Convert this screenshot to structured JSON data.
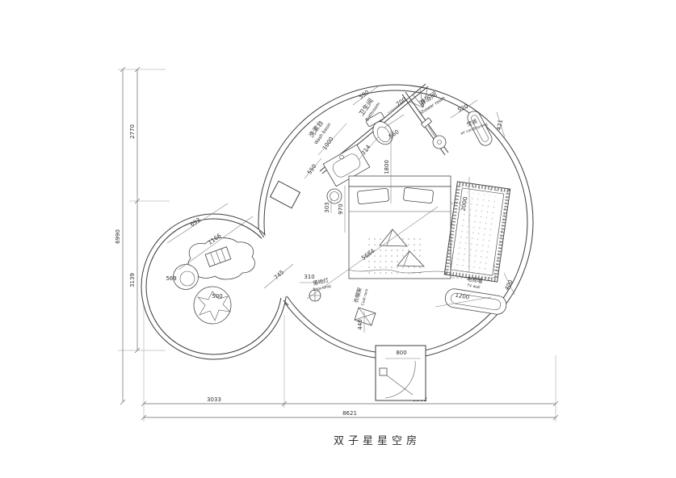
{
  "title": {
    "text": "双子星星空房"
  },
  "labels": {
    "bathroom": {
      "zh": "卫生间",
      "en": "Bathroom"
    },
    "shower": {
      "zh": "淋浴间",
      "en": "Shower room"
    },
    "washbasin": {
      "zh": "洗漱台",
      "en": "Wash basin"
    },
    "air_conditioning": {
      "zh": "空调",
      "en": "air conditioning"
    },
    "floor_lamp": {
      "zh": "落地灯",
      "en": "floor lamp"
    },
    "coat_rack": {
      "zh": "衣帽架",
      "en": "Coat rack"
    },
    "tv_wall": {
      "zh": "电视墙",
      "en": "TV wall"
    }
  },
  "dims": {
    "d590": "590",
    "d700": "700",
    "d520": "520",
    "d421": "421",
    "d560": "560",
    "d714": "714",
    "d1000": "1000",
    "d550": "550",
    "d1800": "1800",
    "d303": "303",
    "d970": "970",
    "d2000": "2000",
    "d5684": "5684",
    "d745": "745",
    "d693": "693",
    "d1166": "1166",
    "d569": "569",
    "d500": "500",
    "d310": "310",
    "d440": "440",
    "d400": "400",
    "d1200": "1200",
    "d800": "800",
    "d3033": "3033",
    "d5582": "5582",
    "d8621": "8621",
    "d6990": "6990",
    "d2770": "2770",
    "d3139": "3139"
  },
  "colors": {
    "line": "#3d3d3d",
    "dim_line": "#6b6b6b",
    "text": "#2e2e2e",
    "bg": "#ffffff"
  }
}
